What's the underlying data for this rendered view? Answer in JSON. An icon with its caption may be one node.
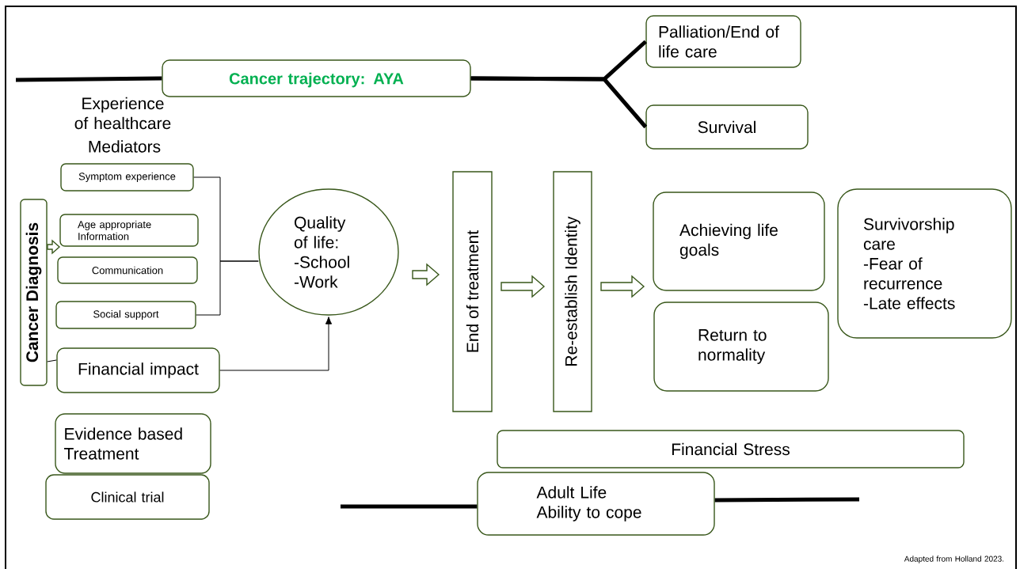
{
  "diagram": {
    "nodes": [
      {
        "text": [
          "Cancer trajectory: AYA"
        ]
      },
      {
        "text": [
          "Palliation/End of life care"
        ]
      },
      {
        "text": [
          "Survival"
        ]
      },
      {
        "text": [
          "Cancer Diagnosis"
        ]
      },
      {
        "text": [
          "Symptom experience"
        ]
      },
      {
        "text": [
          "Age appropriate Information"
        ]
      },
      {
        "text": [
          "Communication"
        ]
      },
      {
        "text": [
          "Social support"
        ]
      },
      {
        "text": [
          "Financial impact"
        ]
      },
      {
        "text": [
          "Quality of life:",
          "-School",
          "-Work"
        ]
      },
      {
        "text": [
          "End of treatment"
        ]
      },
      {
        "text": [
          "Re-establish Identity"
        ]
      },
      {
        "text": [
          "Achieving life goals"
        ]
      },
      {
        "text": [
          "Return to normality"
        ]
      },
      {
        "text": [
          "Survivorship care",
          "-Fear of recurrence",
          "-Late effects"
        ]
      },
      {
        "text": [
          "Financial Stress"
        ]
      },
      {
        "text": [
          "Evidence based Treatment"
        ]
      },
      {
        "text": [
          "Clinical trial"
        ]
      },
      {
        "text": [
          "Adult Life",
          "Ability to cope"
        ]
      }
    ],
    "edges": [
      {
        "from": null,
        "to": 0,
        "arrow": "none"
      },
      {
        "from": 0,
        "to": 1,
        "arrow": "none"
      },
      {
        "from": 0,
        "to": 2,
        "arrow": "none"
      },
      {
        "from": 3,
        "to": 5,
        "arrow": "to",
        "color": "#38571a"
      },
      {
        "from": 3,
        "to": 8,
        "arrow": "none"
      },
      {
        "from": 4,
        "to": 9,
        "arrow": "none"
      },
      {
        "from": 7,
        "to": 9,
        "arrow": "none"
      },
      {
        "from": 8,
        "to": 9,
        "arrow": "to"
      },
      {
        "from": 9,
        "to": 10,
        "arrow": "to",
        "color": "#38571a"
      },
      {
        "from": 10,
        "to": 11,
        "arrow": "to",
        "color": "#38571a"
      },
      {
        "from": 11,
        "to": 12,
        "arrow": "to",
        "color": "#38571a"
      },
      {
        "from": null,
        "to": 18,
        "arrow": "none"
      },
      {
        "from": 18,
        "to": null,
        "arrow": "none"
      }
    ],
    "labels": [
      "Experience of healthcare",
      "Mediators",
      "Adapted from Holland 2023."
    ]
  }
}
